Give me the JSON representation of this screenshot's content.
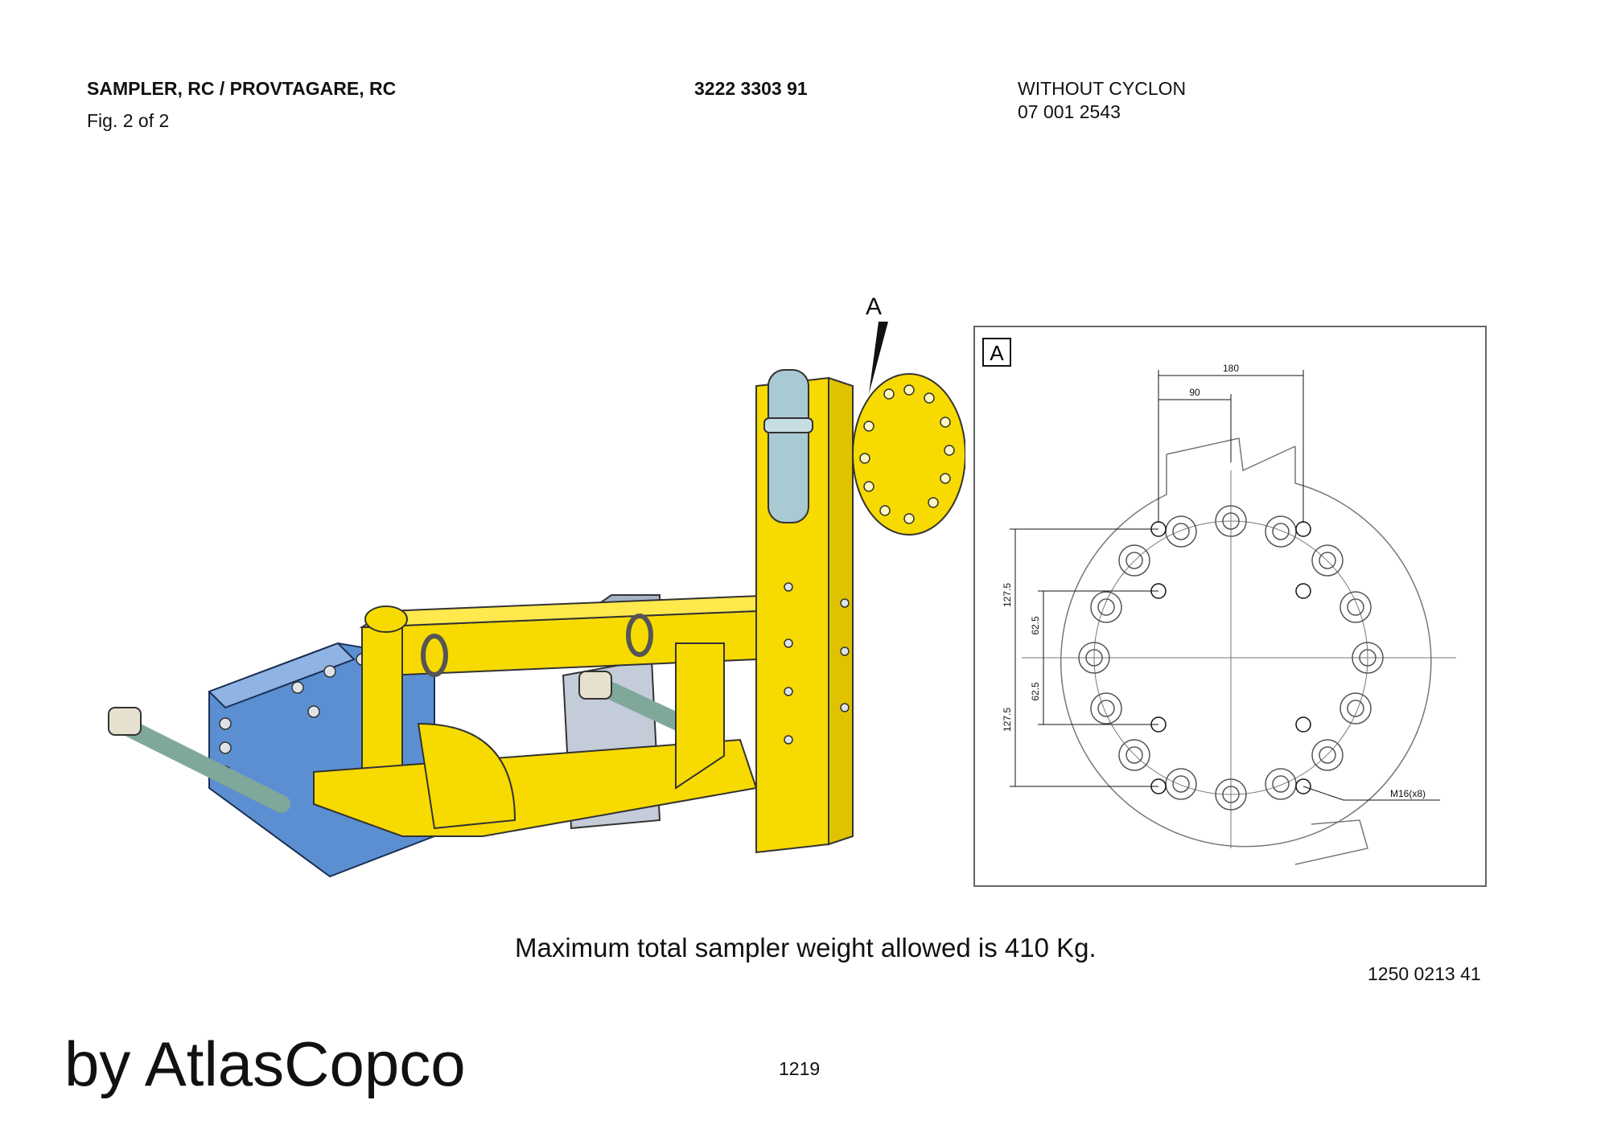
{
  "header": {
    "title": "SAMPLER, RC / PROVTAGARE, RC",
    "figure": "Fig. 2 of 2",
    "part_number": "3222 3303 91",
    "variant_label": "WITHOUT CYCLON",
    "variant_number": "07 001 2543"
  },
  "illustration": {
    "callout": "A",
    "colors": {
      "frame": "#f7da00",
      "plate": "#5b8fd1",
      "rod": "#7fa89a",
      "cylinder": "#a9c9d3",
      "bracket": "#a7b4c6"
    }
  },
  "detail": {
    "label": "A",
    "dims": {
      "d180": "180",
      "d90": "90",
      "v127_top": "127.5",
      "v62_top": "62.5",
      "v62_bottom": "62.5",
      "v127_bottom": "127.5",
      "thread": "M16(x8)"
    }
  },
  "note": "Maximum total sampler weight allowed is 410 Kg.",
  "drawing_number": "1250 0213 41",
  "brand": "by AtlasCopco",
  "page_number": "1219"
}
